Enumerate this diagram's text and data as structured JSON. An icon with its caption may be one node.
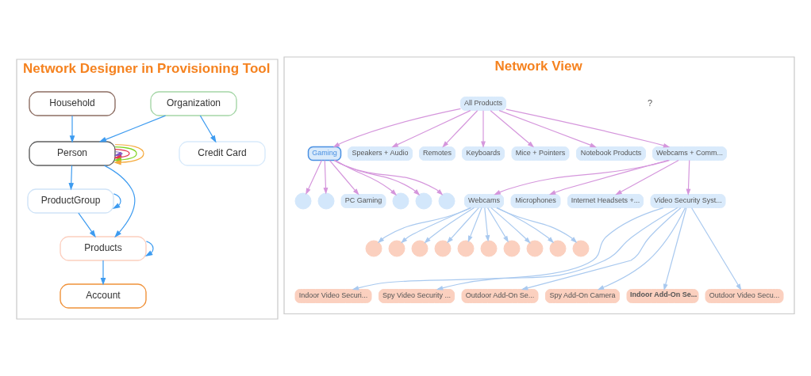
{
  "diagram": {
    "nodes": [
      {
        "text": [
          "Network Designer in Provisioning Tool"
        ]
      },
      {
        "text": [
          "Organization"
        ],
        "in": 0
      },
      {
        "text": [
          "Household"
        ],
        "in": 0
      },
      {
        "text": [
          "Credit Card"
        ],
        "in": 0
      },
      {
        "text": [
          "Person"
        ],
        "in": 0
      },
      {
        "text": [
          "ProductGroup"
        ],
        "in": 0
      },
      {
        "text": [
          "Products"
        ],
        "in": 0
      },
      {
        "text": [
          "Account"
        ],
        "in": 0
      },
      {
        "text": [
          "Network View"
        ]
      },
      {
        "text": [
          "All Products"
        ],
        "in": 8
      },
      {
        "text": [
          "Gaming"
        ],
        "in": 8
      },
      {
        "text": [],
        "shape": "circle",
        "in": 8
      },
      {
        "text": [],
        "shape": "circle",
        "in": 8
      },
      {
        "text": [
          "PC Gaming"
        ],
        "in": 8
      },
      {
        "text": [],
        "shape": "circle",
        "in": 8
      },
      {
        "text": [],
        "shape": "circle",
        "in": 8
      },
      {
        "text": [],
        "shape": "circle",
        "in": 8
      },
      {
        "text": [
          "Speakers + Audio"
        ],
        "in": 8
      },
      {
        "text": [
          "Remotes"
        ],
        "in": 8
      },
      {
        "text": [
          "Keyboards"
        ],
        "in": 8
      },
      {
        "text": [
          "Mice + Pointers"
        ],
        "in": 8
      },
      {
        "text": [
          "Notebook Products"
        ],
        "in": 8
      },
      {
        "text": [
          "Webcams + Comm..."
        ],
        "in": 8
      },
      {
        "text": [
          "Webcams"
        ],
        "in": 8
      },
      {
        "text": [
          "Microphones"
        ],
        "in": 8
      },
      {
        "text": [
          "Internet Headsets +..."
        ],
        "in": 8
      },
      {
        "text": [
          "Video Security Syst..."
        ],
        "in": 8
      },
      {
        "text": [],
        "shape": "circle",
        "in": 8
      },
      {
        "text": [],
        "shape": "circle",
        "in": 8
      },
      {
        "text": [],
        "shape": "circle",
        "in": 8
      },
      {
        "text": [],
        "shape": "circle",
        "in": 8
      },
      {
        "text": [],
        "shape": "circle",
        "in": 8
      },
      {
        "text": [],
        "shape": "circle",
        "in": 8
      },
      {
        "text": [],
        "shape": "circle",
        "in": 8
      },
      {
        "text": [],
        "shape": "circle",
        "in": 8
      },
      {
        "text": [],
        "shape": "circle",
        "in": 8
      },
      {
        "text": [],
        "shape": "circle",
        "in": 8
      },
      {
        "text": [
          "Indoor Video Securi..."
        ],
        "in": 8
      },
      {
        "text": [
          "Spy Video Security ..."
        ],
        "in": 8
      },
      {
        "text": [
          "Outdoor Add-On Se..."
        ],
        "in": 8
      },
      {
        "text": [
          "Spy Add-On Camera"
        ],
        "in": 8
      },
      {
        "text": [
          "Indoor Add-On Se..."
        ],
        "in": 8
      },
      {
        "text": [
          "Outdoor Video Secu..."
        ],
        "in": 8
      }
    ],
    "edges": [
      {
        "from": 1,
        "to": 3,
        "arrow": "to",
        "color": "#3d9bf0"
      },
      {
        "from": 1,
        "to": 4,
        "arrow": "to",
        "color": "#3d9bf0"
      },
      {
        "from": 2,
        "to": 4,
        "arrow": "to",
        "color": "#3d9bf0"
      },
      {
        "from": 4,
        "to": 4,
        "arrow": "to",
        "color": "#7e57c2"
      },
      {
        "from": 4,
        "to": 4,
        "arrow": "to",
        "color": "#e53950"
      },
      {
        "from": 4,
        "to": 4,
        "arrow": "to",
        "color": "#7ed321"
      },
      {
        "from": 4,
        "to": 4,
        "arrow": "to",
        "color": "#f5a93a"
      },
      {
        "from": 4,
        "to": 5,
        "arrow": "to",
        "color": "#3d9bf0"
      },
      {
        "from": 4,
        "to": 6,
        "arrow": "to",
        "color": "#3d9bf0"
      },
      {
        "from": 5,
        "to": 5,
        "arrow": "to",
        "color": "#3d9bf0"
      },
      {
        "from": 5,
        "to": 6,
        "arrow": "to",
        "color": "#3d9bf0"
      },
      {
        "from": 6,
        "to": 6,
        "arrow": "to",
        "color": "#3d9bf0"
      },
      {
        "from": 6,
        "to": 7,
        "arrow": "to",
        "color": "#3d9bf0"
      },
      {
        "from": 9,
        "to": 10,
        "arrow": "to"
      },
      {
        "from": 10,
        "to": 11,
        "arrow": "to"
      },
      {
        "from": 10,
        "to": 12,
        "arrow": "to"
      },
      {
        "from": 10,
        "to": 13,
        "arrow": "to"
      },
      {
        "from": 10,
        "to": 14,
        "arrow": "to"
      },
      {
        "from": 10,
        "to": 15,
        "arrow": "to"
      },
      {
        "from": 10,
        "to": 16,
        "arrow": "to"
      },
      {
        "from": 9,
        "to": 17,
        "arrow": "to"
      },
      {
        "from": 9,
        "to": 18,
        "arrow": "to"
      },
      {
        "from": 9,
        "to": 19,
        "arrow": "to"
      },
      {
        "from": 9,
        "to": 20,
        "arrow": "to"
      },
      {
        "from": 9,
        "to": 21,
        "arrow": "to"
      },
      {
        "from": 9,
        "to": 22,
        "arrow": "to"
      },
      {
        "from": 22,
        "to": 23,
        "arrow": "to"
      },
      {
        "from": 22,
        "to": 24,
        "arrow": "to"
      },
      {
        "from": 22,
        "to": 25,
        "arrow": "to"
      },
      {
        "from": 22,
        "to": 26,
        "arrow": "to"
      },
      {
        "from": 23,
        "to": 27,
        "arrow": "to",
        "color": "#a9c9ef"
      },
      {
        "from": 23,
        "to": 28,
        "arrow": "to",
        "color": "#a9c9ef"
      },
      {
        "from": 23,
        "to": 29,
        "arrow": "to",
        "color": "#a9c9ef"
      },
      {
        "from": 23,
        "to": 30,
        "arrow": "to",
        "color": "#a9c9ef"
      },
      {
        "from": 23,
        "to": 31,
        "arrow": "to",
        "color": "#a9c9ef"
      },
      {
        "from": 23,
        "to": 32,
        "arrow": "to",
        "color": "#a9c9ef"
      },
      {
        "from": 23,
        "to": 33,
        "arrow": "to",
        "color": "#a9c9ef"
      },
      {
        "from": 23,
        "to": 34,
        "arrow": "to",
        "color": "#a9c9ef"
      },
      {
        "from": 23,
        "to": 35,
        "arrow": "to",
        "color": "#a9c9ef"
      },
      {
        "from": 23,
        "to": 36,
        "arrow": "to",
        "color": "#a9c9ef"
      },
      {
        "from": 26,
        "to": 37,
        "arrow": "to",
        "color": "#a9c9ef"
      },
      {
        "from": 26,
        "to": 38,
        "arrow": "to",
        "color": "#a9c9ef"
      },
      {
        "from": 26,
        "to": 39,
        "arrow": "to",
        "color": "#a9c9ef"
      },
      {
        "from": 26,
        "to": 40,
        "arrow": "to",
        "color": "#a9c9ef"
      },
      {
        "from": 26,
        "to": 41,
        "arrow": "to",
        "color": "#a9c9ef"
      },
      {
        "from": 26,
        "to": 42,
        "arrow": "to",
        "color": "#a9c9ef"
      }
    ],
    "labels": [
      "?"
    ]
  }
}
